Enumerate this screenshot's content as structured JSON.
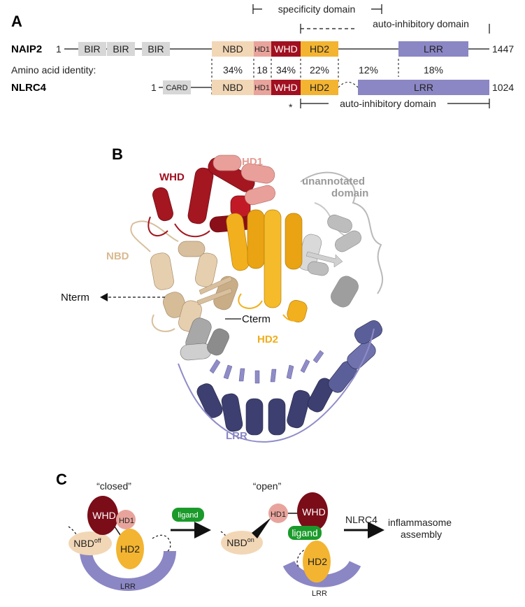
{
  "panels": {
    "a": "A",
    "b": "B",
    "c": "C"
  },
  "colors": {
    "nbd": "#f2d7b6",
    "hd1": "#e8a49c",
    "whd": "#a01020",
    "hd2": "#f3b431",
    "lrr": "#8b86c4",
    "bir": "#d7d7d7",
    "unannotated": "#9a9a9a",
    "ligand": "#1a9a2a"
  },
  "panel_a": {
    "specificity_label": "specificity domain",
    "autoinhibitory_top_label": "auto-inhibitory domain",
    "autoinhibitory_bottom_label": "auto-inhibitory domain",
    "asterisk": "*",
    "identity_label": "Amino acid identity:",
    "identities": [
      "34%",
      "18",
      "34%",
      "22%",
      "12%",
      "18%"
    ],
    "naip2": {
      "name": "NAIP2",
      "start": "1",
      "end": "1447",
      "domains": [
        "BIR",
        "BIR",
        "BIR",
        "NBD",
        "HD1",
        "WHD",
        "HD2",
        "LRR"
      ]
    },
    "nlrc4": {
      "name": "NLRC4",
      "start": "1",
      "end": "1024",
      "domains": [
        "CARD",
        "NBD",
        "HD1",
        "WHD",
        "HD2",
        "LRR"
      ]
    }
  },
  "panel_b": {
    "labels": {
      "hd1": "HD1",
      "whd": "WHD",
      "unannotated_1": "unannotated",
      "unannotated_2": "domain",
      "nbd": "NBD",
      "nterm": "Nterm",
      "cterm": "Cterm",
      "hd2": "HD2",
      "lrr": "LRR"
    }
  },
  "panel_c": {
    "closed_title": "“closed”",
    "open_title": "“open”",
    "closed": {
      "whd": "WHD",
      "hd1": "HD1",
      "nbd": "NBD",
      "nbd_sup": "off",
      "hd2": "HD2",
      "lrr": "LRR"
    },
    "ligand_box": "ligand",
    "open": {
      "hd1": "HD1",
      "whd": "WHD",
      "nbd": "NBD",
      "nbd_sup": "on",
      "ligand": "ligand",
      "hd2": "HD2",
      "lrr": "LRR"
    },
    "nlrc4": "NLRC4",
    "outcome_1": "inflammasome",
    "outcome_2": "assembly"
  }
}
